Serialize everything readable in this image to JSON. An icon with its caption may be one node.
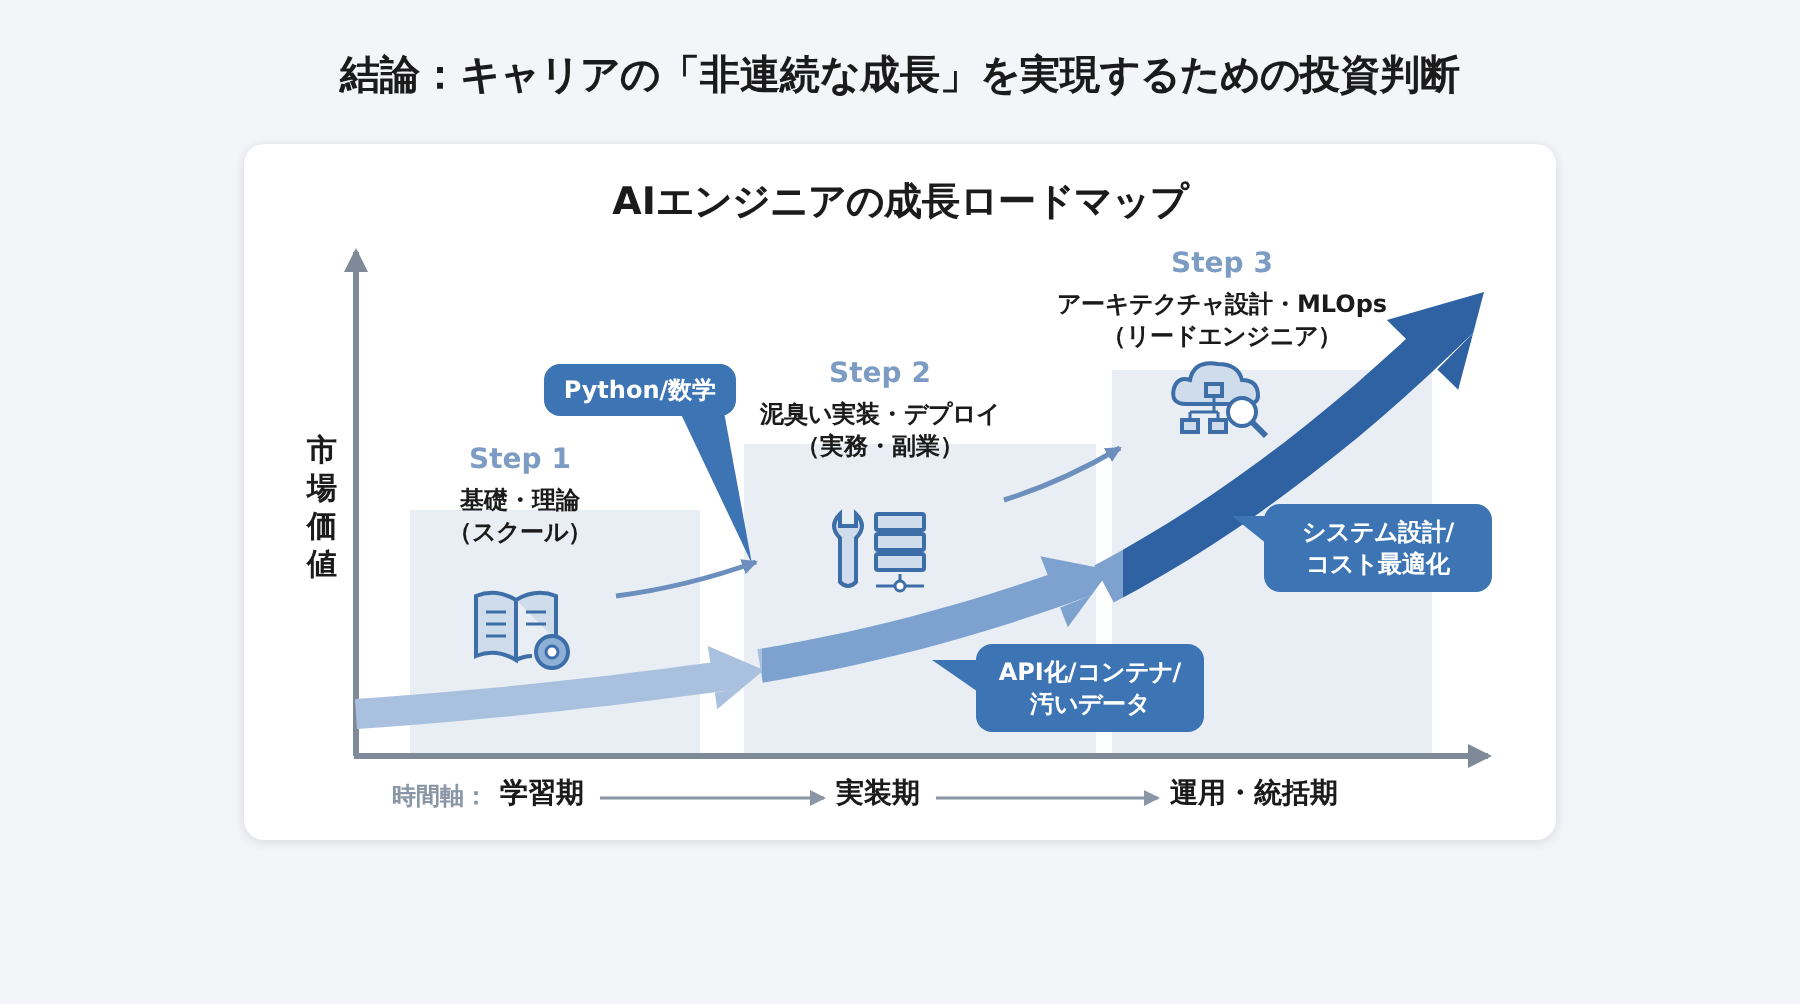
{
  "diagram": {
    "title": "結論：キャリアの「非連続な成長」を実現するための投資判断",
    "nodes": [
      {
        "text": [
          "Step 1",
          "基礎・理論（スクール）"
        ]
      },
      {
        "text": [
          "Python/数学"
        ]
      },
      {
        "text": [
          "Step 2",
          "泥臭い実装・デプロイ（実務・副業）"
        ]
      },
      {
        "text": [
          "Step 3",
          "アーキテクチャ設計・MLOps（リードエンジニア）"
        ]
      },
      {
        "text": [
          "システム設計/コスト最適化"
        ]
      },
      {
        "text": [
          "API化/コンテナ/汚いデータ"
        ]
      },
      {
        "text": [
          "学習期"
        ]
      },
      {
        "text": [
          "実装期"
        ]
      },
      {
        "text": [
          "運用・統括期"
        ]
      }
    ],
    "edges": [
      {
        "from": 0,
        "to": 2,
        "arrow": "to"
      },
      {
        "from": 2,
        "to": 3,
        "arrow": "to"
      },
      {
        "from": 6,
        "to": 7,
        "arrow": "to"
      },
      {
        "from": 7,
        "to": 8,
        "arrow": "to"
      }
    ],
    "labels": [
      "AIエンジニアの成長ロードマップ",
      "市場価値",
      "時間軸："
    ]
  }
}
